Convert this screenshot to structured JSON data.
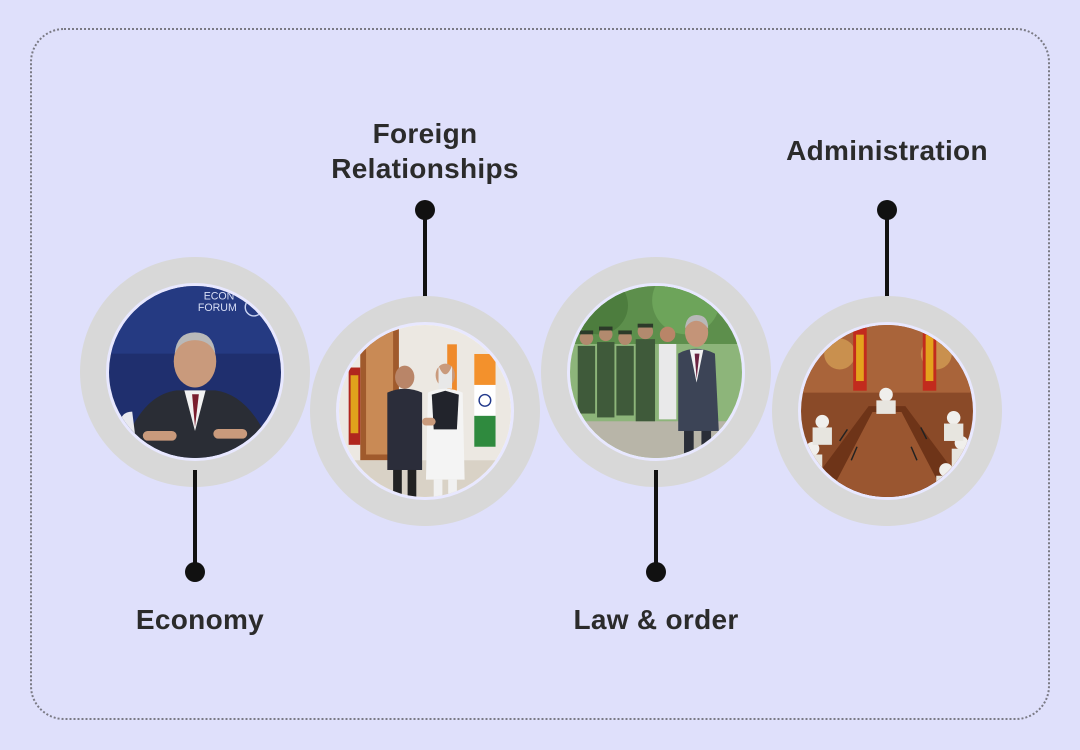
{
  "stages": [
    {
      "id": "economy",
      "label_lines": [
        "Economy"
      ],
      "photo": "leader-at-economic-forum-photo"
    },
    {
      "id": "foreign",
      "label_lines": [
        "Foreign",
        "Relationships"
      ],
      "photo": "leaders-handshake-with-flags-photo"
    },
    {
      "id": "law",
      "label_lines": [
        "Law & order"
      ],
      "photo": "leader-with-army-soldiers-photo"
    },
    {
      "id": "admin",
      "label_lines": [
        "Administration"
      ],
      "photo": "cabinet-meeting-room-photo"
    }
  ],
  "photo_text": {
    "economy_backdrop_1": "ECON",
    "economy_backdrop_2": "FORUM"
  },
  "colors": {
    "background": "#dfe0fb",
    "ring": "#d8d8d8",
    "connector": "#111111",
    "label": "#2b2b2b"
  }
}
